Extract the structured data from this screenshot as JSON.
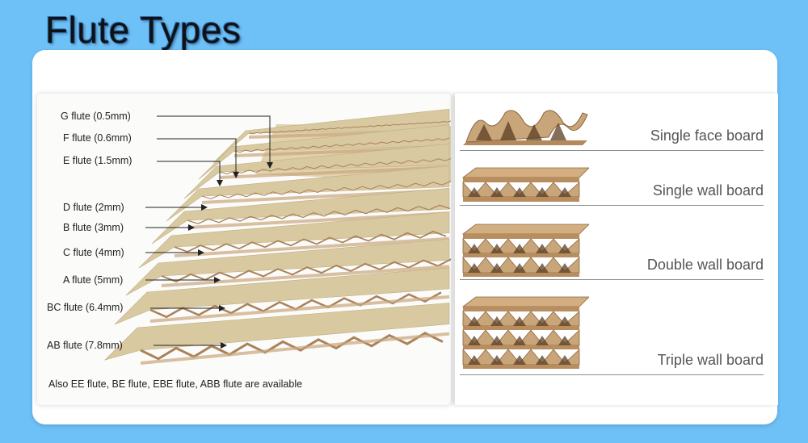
{
  "title": "Flute Types",
  "flutes": [
    {
      "id": "g",
      "label": "G flute (0.5mm)"
    },
    {
      "id": "f",
      "label": "F flute (0.6mm)"
    },
    {
      "id": "e",
      "label": "E flute (1.5mm)"
    },
    {
      "id": "d",
      "label": "D flute (2mm)"
    },
    {
      "id": "b",
      "label": "B flute (3mm)"
    },
    {
      "id": "c",
      "label": "C flute (4mm)"
    },
    {
      "id": "a",
      "label": "A flute (5mm)"
    },
    {
      "id": "bc",
      "label": "BC flute (6.4mm)"
    },
    {
      "id": "ab",
      "label": "AB flute (7.8mm)"
    }
  ],
  "footnote": "Also EE flute, BE flute, EBE flute, ABB flute are available",
  "boards": [
    {
      "id": "single-face",
      "label": "Single face board",
      "layers": 1
    },
    {
      "id": "single-wall",
      "label": "Single wall board",
      "layers": 1
    },
    {
      "id": "double-wall",
      "label": "Double wall board",
      "layers": 2
    },
    {
      "id": "triple-wall",
      "label": "Triple wall board",
      "layers": 3
    }
  ],
  "colors": {
    "background": "#6ec1f7",
    "liner": "#d9c9a0",
    "kraft": "#c9a57a",
    "kraft_dark": "#a9825a"
  }
}
